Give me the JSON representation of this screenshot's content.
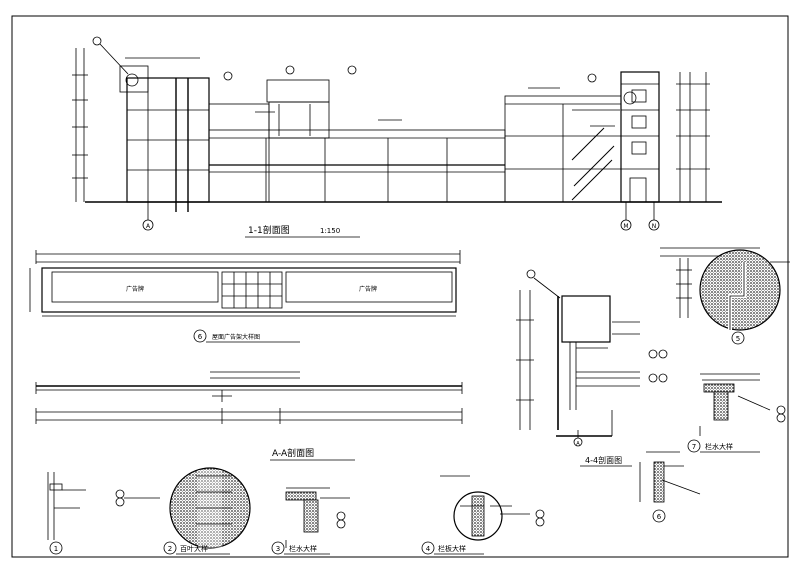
{
  "section_1_1": {
    "title": "1-1剖面图",
    "scale": "1:150",
    "axis_left": "A",
    "axis_m": "M",
    "axis_n": "N"
  },
  "ad_screen": {
    "caption_no": "6",
    "caption": "屋面广告架大样图",
    "panel_left": "广告牌",
    "panel_right": "广告牌"
  },
  "section_a_a": {
    "title": "A-A剖面图"
  },
  "section_4_4": {
    "title": "4-4剖面图",
    "axis": "A"
  },
  "detail_5": {
    "caption_no": "5"
  },
  "detail_7": {
    "caption_no": "7",
    "caption": "栏水大样"
  },
  "detail_1": {
    "caption_no": "1"
  },
  "detail_2": {
    "caption_no": "2",
    "caption": "百叶大样"
  },
  "detail_3": {
    "caption_no": "3",
    "caption": "栏水大样"
  },
  "detail_4": {
    "caption_no": "4",
    "caption": "栏板大样"
  },
  "detail_6": {
    "caption_no": "6"
  },
  "colors": {
    "line": "#000000",
    "hatch": "#444444",
    "background": "#ffffff"
  }
}
